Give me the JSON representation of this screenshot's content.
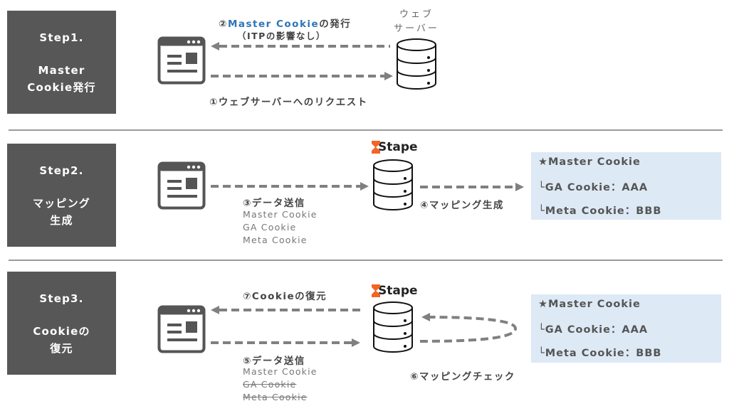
{
  "steps": [
    {
      "title": "Step1.",
      "subtitle_lines": [
        "Master",
        "Cookie発行"
      ]
    },
    {
      "title": "Step2.",
      "subtitle_lines": [
        "マッピング",
        "生成"
      ]
    },
    {
      "title": "Step3.",
      "subtitle_lines": [
        "Cookieの",
        "復元"
      ]
    }
  ],
  "step1": {
    "response_label_number": "②",
    "response_label_highlight": "Master Cookie",
    "response_label_suffix": "の発行",
    "response_note": "（ITPの影響なし）",
    "request_label": "①ウェブサーバーへのリクエスト",
    "server_caption_lines": [
      "ウェブ",
      "サーバー"
    ],
    "icons": {
      "client": "browser-window-icon",
      "server": "database-server-icon"
    }
  },
  "step2": {
    "send_label": "③データ送信",
    "send_items": [
      "Master Cookie",
      "GA Cookie",
      "Meta Cookie"
    ],
    "mapping_label": "④マッピング生成",
    "server_brand": "Stape",
    "mapping_table": {
      "header": "★Master Cookie",
      "rows": [
        "└GA Cookie：AAA",
        "└Meta Cookie：BBB"
      ]
    }
  },
  "step3": {
    "restore_label": "⑦Cookieの復元",
    "send_label": "⑤データ送信",
    "send_items": [
      {
        "text": "Master Cookie",
        "struck": false
      },
      {
        "text": "GA Cookie",
        "struck": true
      },
      {
        "text": "Meta Cookie",
        "struck": true
      }
    ],
    "check_label": "⑥マッピングチェック",
    "server_brand": "Stape",
    "mapping_table": {
      "header": "★Master Cookie",
      "rows": [
        "└GA Cookie：AAA",
        "└Meta Cookie：BBB"
      ]
    }
  },
  "colors": {
    "step_box": "#575757",
    "highlight_text": "#2f75b5",
    "arrow": "#808080",
    "mapping_box": "#dde9f5",
    "stape_brand": "#f26522"
  }
}
